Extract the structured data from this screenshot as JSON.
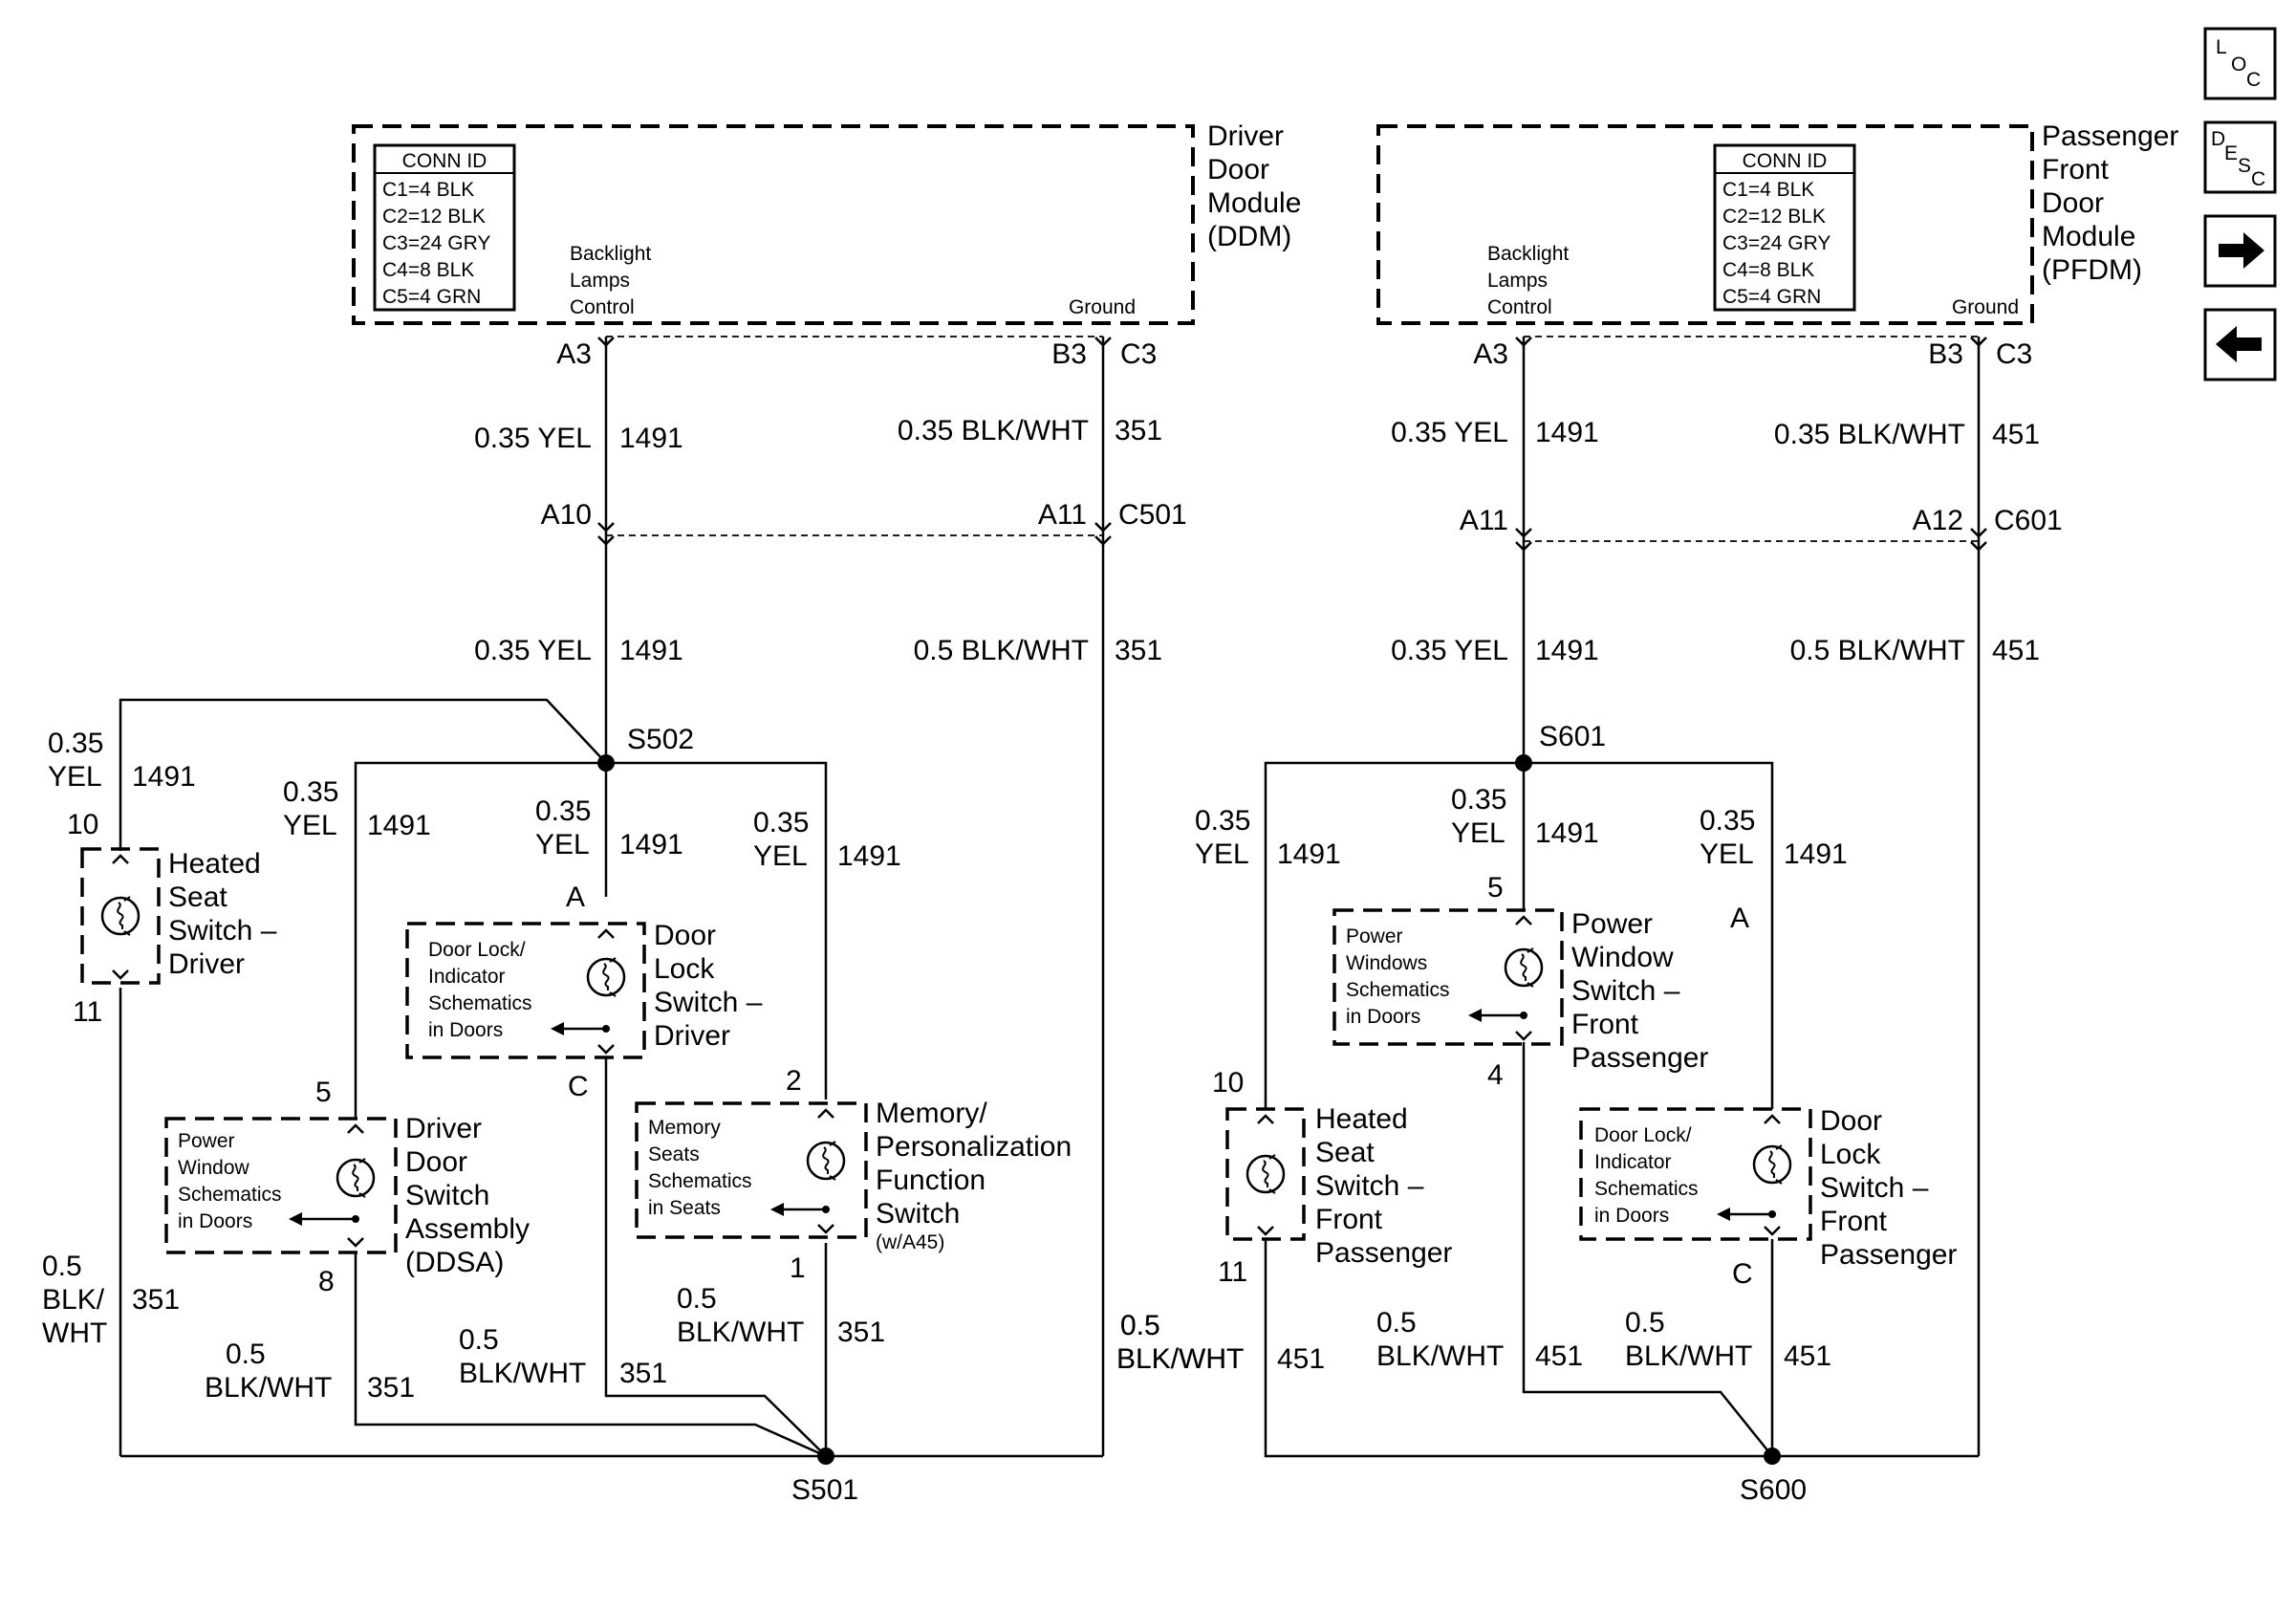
{
  "nav": {
    "loc": {
      "l": "L",
      "o": "O",
      "c": "C"
    },
    "desc": {
      "d": "D",
      "e": "E",
      "s": "S",
      "c": "C"
    }
  },
  "ddm": {
    "name": [
      "Driver",
      "Door",
      "Module",
      "(DDM)"
    ],
    "conn_title": "CONN ID",
    "conn_rows": [
      "C1=4 BLK",
      "C2=12 BLK",
      "C3=24 GRY",
      "C4=8 BLK",
      "C5=4 GRN"
    ],
    "backlight": [
      "Backlight",
      "Lamps",
      "Control"
    ],
    "ground": "Ground",
    "pin_a3": "A3",
    "pin_b3": "B3",
    "pin_c3": "C3",
    "wire_top_left": "0.35 YEL",
    "circuit_1491": "1491",
    "wire_top_right": "0.35 BLK/WHT",
    "circuit_351": "351",
    "pin_a10": "A10",
    "pin_a11": "A11",
    "conn_c501": "C501",
    "wire_mid_left": "0.35 YEL",
    "wire_mid_right": "0.5 BLK/WHT",
    "splice_top": "S502",
    "splice_bottom": "S501"
  },
  "driver_branches": {
    "heated_seat": {
      "gauge": [
        "0.35",
        "YEL"
      ],
      "circuit": "1491",
      "pin_top": "10",
      "pin_bottom": "11",
      "name": [
        "Heated",
        "Seat",
        "Switch –",
        "Driver"
      ],
      "ground_gauge": [
        "0.5",
        "BLK/",
        "WHT"
      ],
      "ground_circuit": "351"
    },
    "ddsa": {
      "gauge": [
        "0.35",
        "YEL"
      ],
      "circuit": "1491",
      "pin_top": "5",
      "pin_bottom": "8",
      "ref": [
        "Power",
        "Window",
        "Schematics",
        "in Doors"
      ],
      "name": [
        "Driver",
        "Door",
        "Switch",
        "Assembly",
        "(DDSA)"
      ],
      "ground_gauge": [
        "0.5",
        "BLK/WHT"
      ],
      "ground_circuit": "351"
    },
    "door_lock": {
      "gauge": [
        "0.35",
        "YEL"
      ],
      "circuit": "1491",
      "pin_top": "A",
      "pin_bottom": "C",
      "ref": [
        "Door Lock/",
        "Indicator",
        "Schematics",
        "in Doors"
      ],
      "name": [
        "Door",
        "Lock",
        "Switch –",
        "Driver"
      ],
      "ground_gauge": [
        "0.5",
        "BLK/WHT"
      ],
      "ground_circuit": "351"
    },
    "memory": {
      "gauge": [
        "0.35",
        "YEL"
      ],
      "circuit": "1491",
      "pin_top": "2",
      "pin_bottom": "1",
      "ref": [
        "Memory",
        "Seats",
        "Schematics",
        "in Seats"
      ],
      "name": [
        "Memory/",
        "Personalization",
        "Function",
        "Switch"
      ],
      "note": "(w/A45)",
      "ground_gauge": [
        "0.5",
        "BLK/WHT"
      ],
      "ground_circuit": "351"
    },
    "main_ground": {
      "gauge": [
        "0.5",
        "BLK/WHT"
      ],
      "circuit": "351"
    }
  },
  "pfdm": {
    "name": [
      "Passenger",
      "Front",
      "Door",
      "Module",
      "(PFDM)"
    ],
    "conn_title": "CONN ID",
    "conn_rows": [
      "C1=4 BLK",
      "C2=12 BLK",
      "C3=24 GRY",
      "C4=8 BLK",
      "C5=4 GRN"
    ],
    "backlight": [
      "Backlight",
      "Lamps",
      "Control"
    ],
    "ground": "Ground",
    "pin_a3": "A3",
    "pin_b3": "B3",
    "pin_c3": "C3",
    "wire_top_left": "0.35 YEL",
    "circuit_1491": "1491",
    "wire_top_right": "0.35 BLK/WHT",
    "circuit_451": "451",
    "pin_a11": "A11",
    "pin_a12": "A12",
    "conn_c601": "C601",
    "wire_mid_left": "0.35 YEL",
    "wire_mid_right": "0.5 BLK/WHT",
    "splice_top": "S601",
    "splice_bottom": "S600"
  },
  "passenger_branches": {
    "heated_seat": {
      "gauge": [
        "0.35",
        "YEL"
      ],
      "circuit": "1491",
      "pin_top": "10",
      "pin_bottom": "11",
      "name": [
        "Heated",
        "Seat",
        "Switch –",
        "Front",
        "Passenger"
      ],
      "ground_gauge": [
        "0.5",
        "BLK/WHT"
      ],
      "ground_circuit": "451"
    },
    "power_window": {
      "gauge": [
        "0.35",
        "YEL"
      ],
      "circuit": "1491",
      "pin_top": "5",
      "pin_bottom": "4",
      "ref": [
        "Power",
        "Windows",
        "Schematics",
        "in Doors"
      ],
      "name": [
        "Power",
        "Window",
        "Switch –",
        "Front",
        "Passenger"
      ],
      "ground_gauge": [
        "0.5",
        "BLK/WHT"
      ],
      "ground_circuit": "451"
    },
    "door_lock": {
      "gauge": [
        "0.35",
        "YEL"
      ],
      "circuit": "1491",
      "pin_top": "A",
      "pin_bottom": "C",
      "ref": [
        "Door Lock/",
        "Indicator",
        "Schematics",
        "in Doors"
      ],
      "name": [
        "Door",
        "Lock",
        "Switch –",
        "Front",
        "Passenger"
      ],
      "ground_gauge": [
        "0.5",
        "BLK/WHT"
      ],
      "ground_circuit": "451"
    },
    "main_ground": {
      "gauge": [
        "0.5",
        "BLK/WHT"
      ],
      "circuit": "451"
    }
  }
}
